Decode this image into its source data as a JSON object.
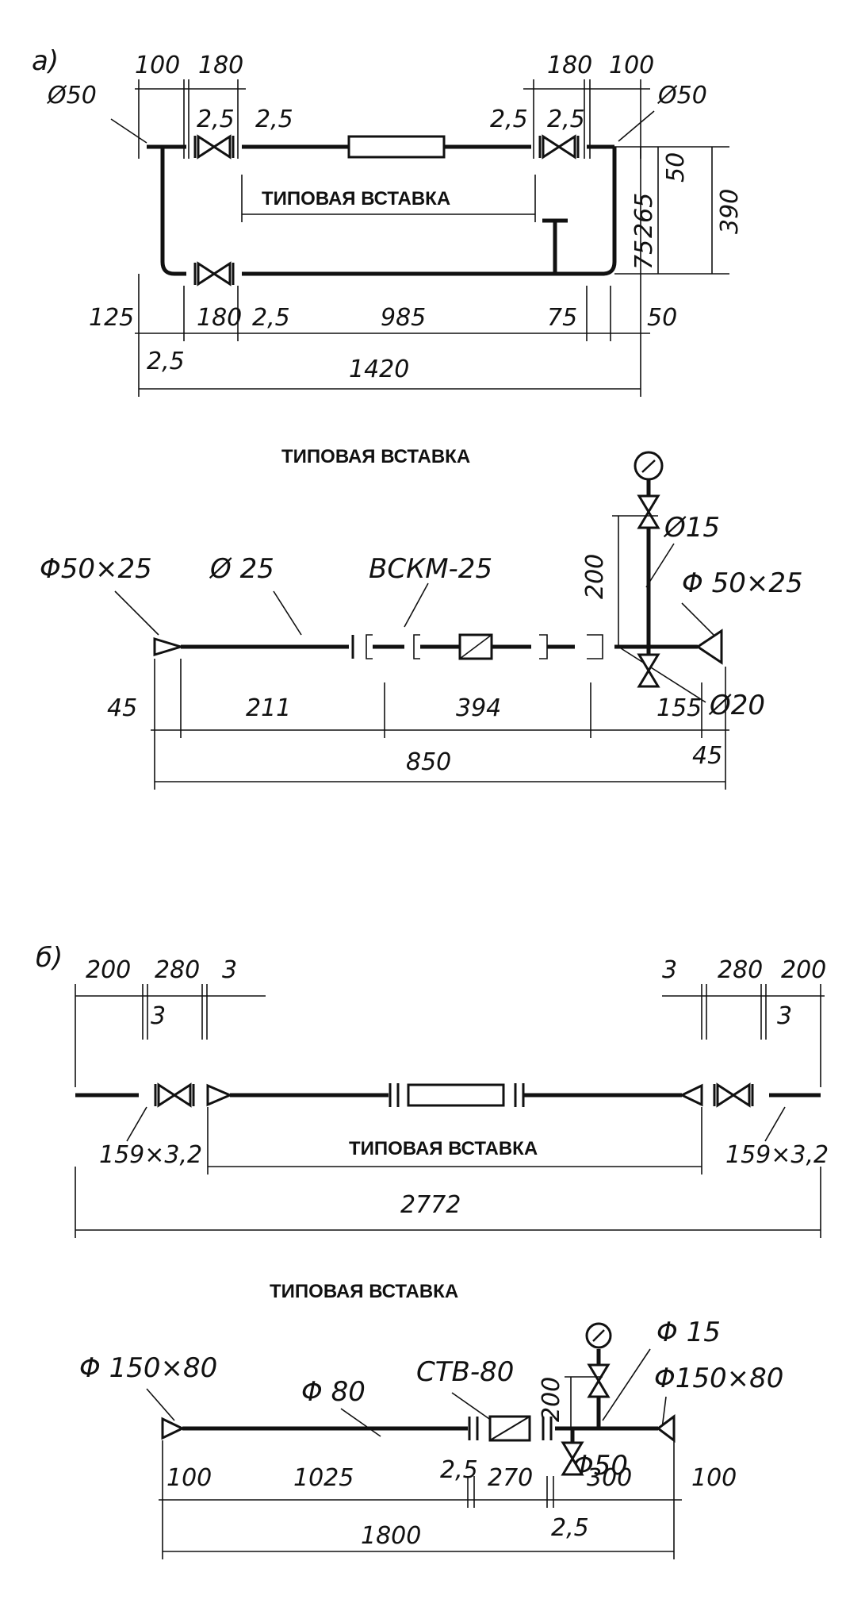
{
  "section_a": {
    "label": "а)",
    "top_dims": [
      "100",
      "180",
      "180",
      "100"
    ],
    "small_dims": [
      "2,5",
      "2,5",
      "2,5",
      "2,5"
    ],
    "diam_left": "Ø50",
    "diam_right": "Ø50",
    "insert_label": "ТИПОВАЯ ВСТАВКА",
    "right_dims": [
      "50",
      "265",
      "75",
      "390"
    ],
    "bottom_dims": [
      "125",
      "180",
      "2,5",
      "985",
      "75",
      "50",
      "2,5"
    ],
    "total": "1420"
  },
  "insert_a": {
    "title": "ТИПОВАЯ ВСТАВКА",
    "left_fitting": "Φ50×25",
    "pipe_diam": "Ø 25",
    "meter": "ВСКМ-25",
    "right_fitting": "Φ 50×25",
    "branch_diam": "Ø15",
    "branch_height": "200",
    "tee_diam": "Ø20",
    "dims": [
      "45",
      "211",
      "394",
      "155",
      "45"
    ],
    "total": "850"
  },
  "section_b": {
    "label": "б)",
    "top_dims_left": [
      "200",
      "280",
      "3",
      "3"
    ],
    "top_dims_right": [
      "3",
      "280",
      "200",
      "3"
    ],
    "pipe_left": "159×3,2",
    "pipe_right": "159×3,2",
    "insert_label": "ТИПОВАЯ ВСТАВКА",
    "total": "2772"
  },
  "insert_b": {
    "title": "ТИПОВАЯ ВСТАВКА",
    "left_fitting": "Φ 150×80",
    "pipe_diam": "Φ 80",
    "meter": "СТВ-80",
    "branch_diam": "Φ 15",
    "branch_height": "200",
    "right_fitting": "Φ150×80",
    "tee_diam": "Φ50",
    "dims": [
      "100",
      "1025",
      "2,5",
      "270",
      "300",
      "100",
      "2,5"
    ],
    "total": "1800"
  }
}
